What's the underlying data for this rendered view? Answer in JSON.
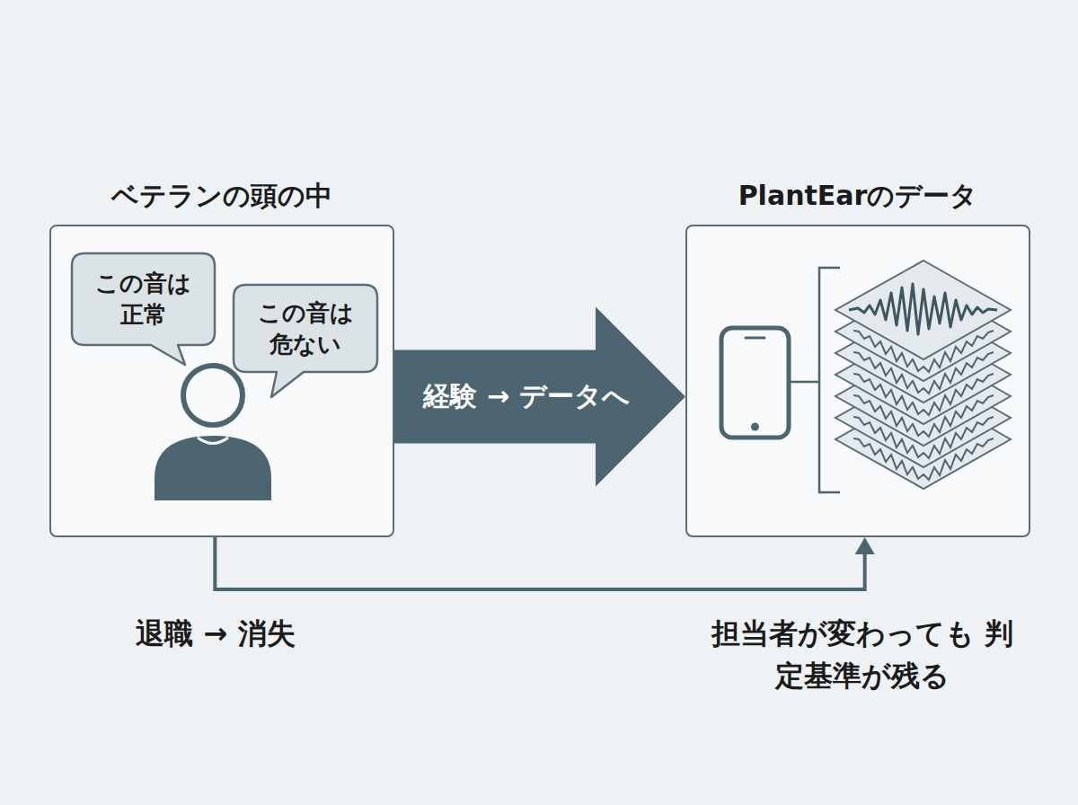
{
  "diagram": {
    "nodes": [
      {
        "text": [
          "ベテランの頭の中"
        ]
      },
      {
        "text": [
          "この音は 正常"
        ],
        "in": 0
      },
      {
        "text": [
          "この音は 危ない"
        ],
        "in": 0
      },
      {
        "text": [
          "PlantEarのデータ"
        ]
      }
    ],
    "edges": [
      {
        "from": 0,
        "to": 3,
        "arrow": "to",
        "label": "経験 → データへ"
      },
      {
        "from": 0,
        "to": 3,
        "arrow": "to"
      }
    ],
    "labels": [
      "退職 → 消失",
      "担当者が変わっても 判定基準が残る"
    ]
  }
}
